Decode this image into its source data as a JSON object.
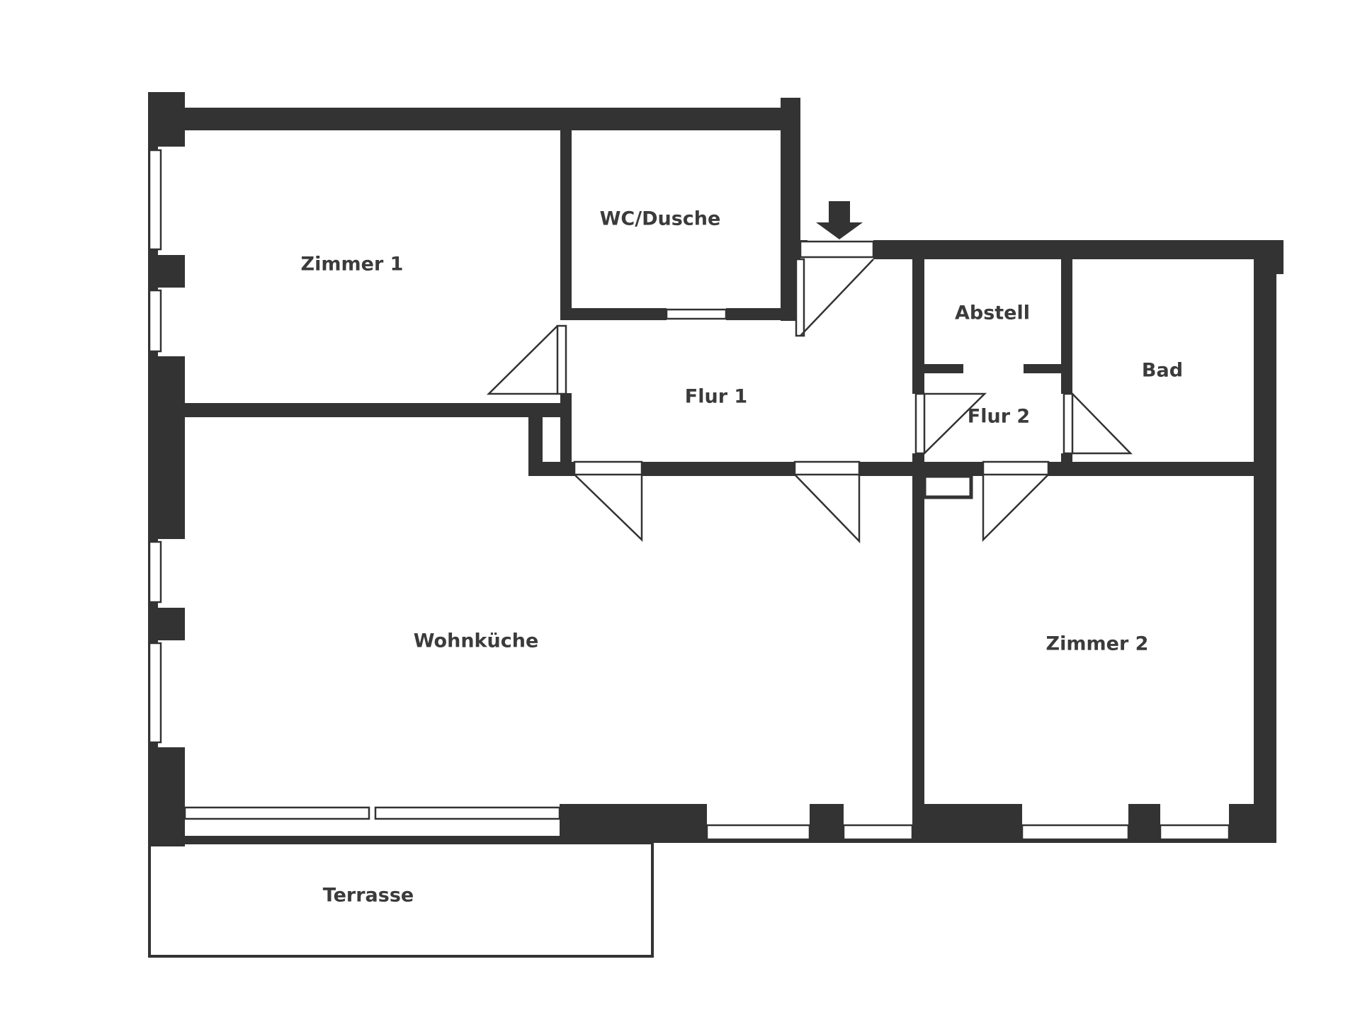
{
  "floorplan": {
    "rooms": {
      "zimmer1": "Zimmer 1",
      "wc_dusche": "WC/Dusche",
      "flur1": "Flur 1",
      "abstell": "Abstell",
      "bad": "Bad",
      "flur2": "Flur 2",
      "wohnkueche": "Wohnküche",
      "zimmer2": "Zimmer 2",
      "terrasse": "Terrasse"
    },
    "entrance_icon": "down-arrow-icon",
    "colors": {
      "wall": "#333333",
      "background": "#ffffff",
      "label": "#3b3b3b"
    }
  }
}
